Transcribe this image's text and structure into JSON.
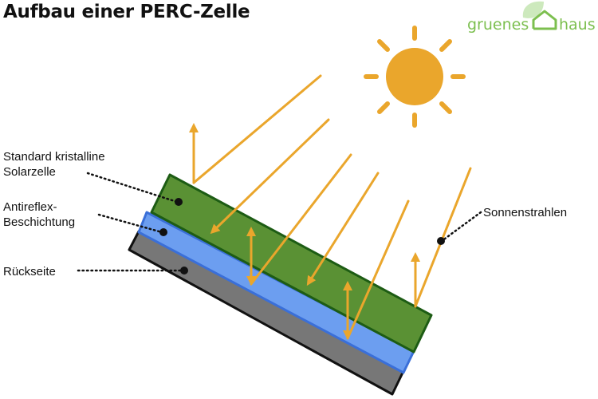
{
  "title": "Aufbau einer PERC-Zelle",
  "logo": {
    "text_left": "gruenes",
    "text_right": "haus",
    "color": "#7cbf4f"
  },
  "labels": {
    "solar_cell_line1": "Standard kristalline",
    "solar_cell_line2": "Solarzelle",
    "antireflex_line1": "Antireflex-",
    "antireflex_line2": "Beschichtung",
    "backside": "Rückseite",
    "sunrays": "Sonnenstrahlen"
  },
  "colors": {
    "sun": "#eaa62c",
    "ray": "#eaa62c",
    "cell_green": "#5a9134",
    "cell_green_border": "#1d5c14",
    "antireflex_blue": "#6c9ef0",
    "antireflex_border": "#3a6fd8",
    "backside_gray": "#777777",
    "backside_border": "#111111"
  },
  "icons": {
    "sun": "sun-icon",
    "logo_house": "house-icon",
    "logo_leaf": "leaf-icon"
  }
}
